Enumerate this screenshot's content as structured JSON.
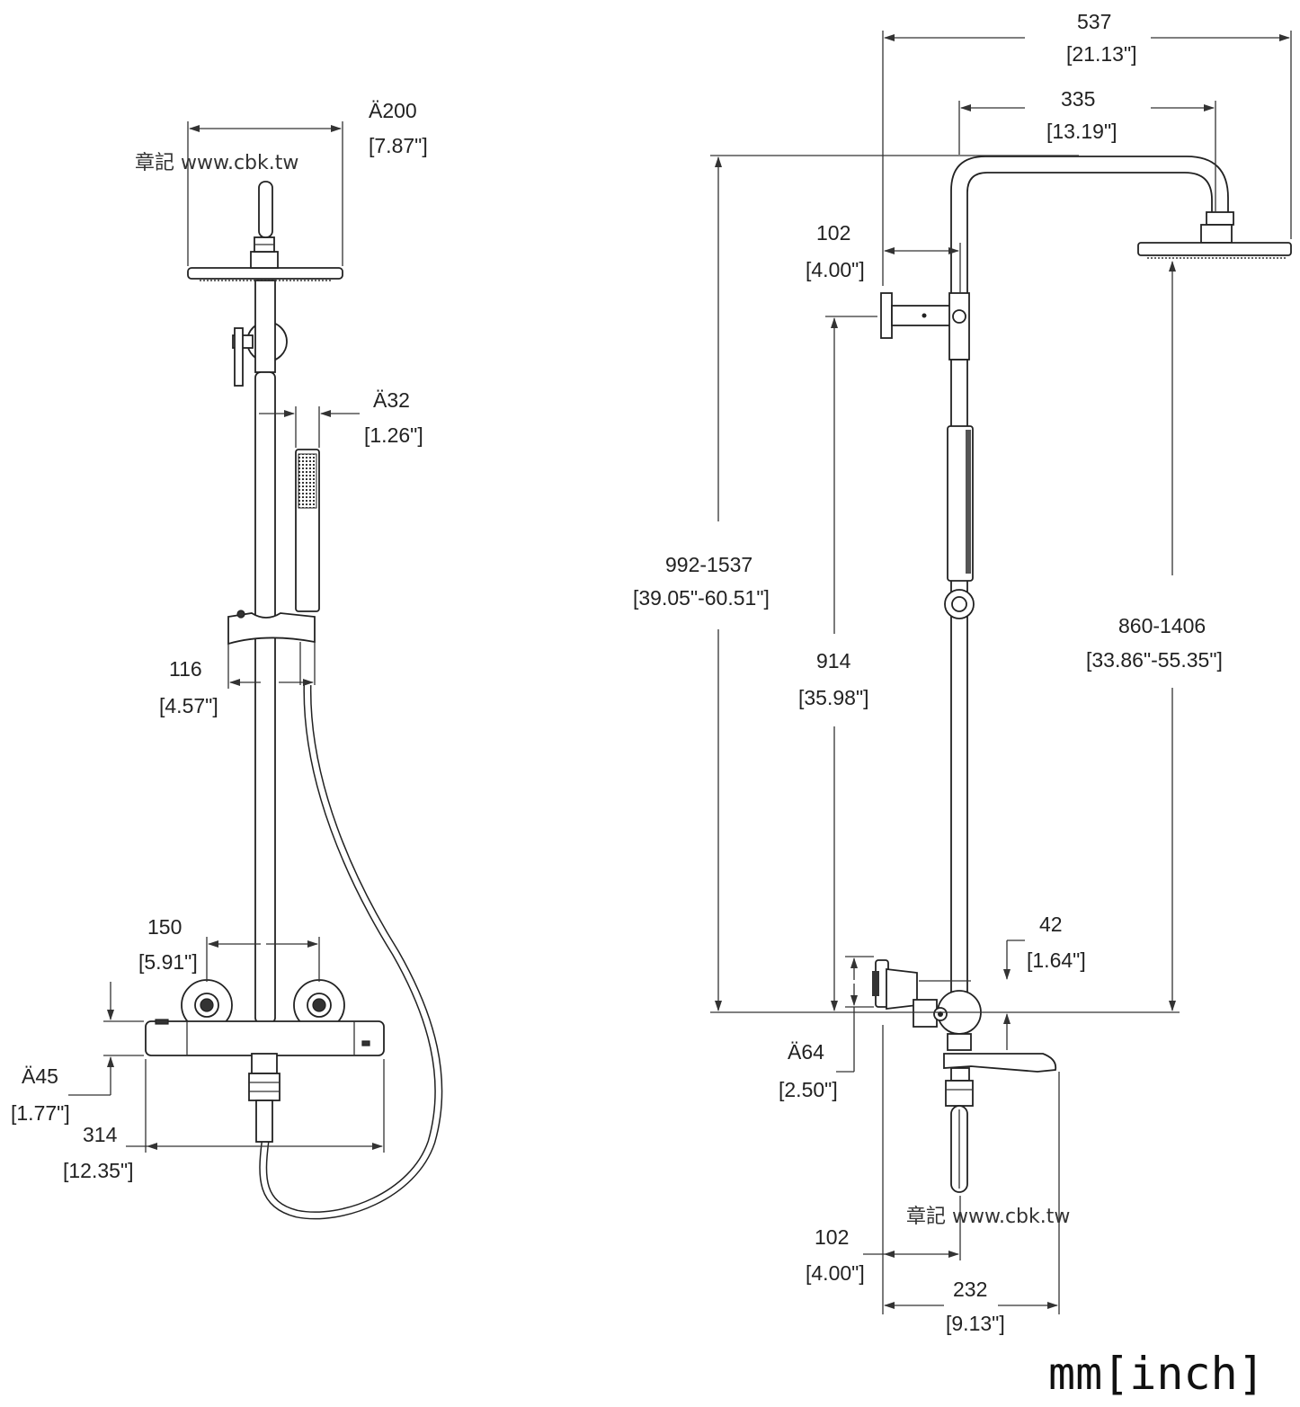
{
  "watermarks": {
    "top": "章記 www.cbk.tw",
    "bottom": "章記 www.cbk.tw"
  },
  "unit_label": "mm[inch]",
  "front_view": {
    "head_diameter": {
      "mm": "Ä200",
      "inch": "[7.87\"]"
    },
    "hand_shower_diameter": {
      "mm": "Ä32",
      "inch": "[1.26\"]"
    },
    "bar_to_hand_shower": {
      "mm": "116",
      "inch": "[4.57\"]"
    },
    "inlet_spacing": {
      "mm": "150",
      "inch": "[5.91\"]"
    },
    "body_diameter": {
      "mm": "Ä45",
      "inch": "[1.77\"]"
    },
    "body_width": {
      "mm": "314",
      "inch": "[12.35\"]"
    }
  },
  "side_view": {
    "overall_depth": {
      "mm": "537",
      "inch": "[21.13\"]"
    },
    "arm_length": {
      "mm": "335",
      "inch": "[13.19\"]"
    },
    "wall_to_bar_top": {
      "mm": "102",
      "inch": "[4.00\"]"
    },
    "total_height": {
      "mm": "992-1537",
      "inch": "[39.05\"-60.51\"]"
    },
    "bracket_height": {
      "mm": "914",
      "inch": "[35.98\"]"
    },
    "head_height": {
      "mm": "860-1406",
      "inch": "[33.86\"-55.35\"]"
    },
    "valve_offset": {
      "mm": "42",
      "inch": "[1.64\"]"
    },
    "flange_diameter": {
      "mm": "Ä64",
      "inch": "[2.50\"]"
    },
    "wall_to_bar_bottom": {
      "mm": "102",
      "inch": "[4.00\"]"
    },
    "spout_reach": {
      "mm": "232",
      "inch": "[9.13\"]"
    }
  }
}
